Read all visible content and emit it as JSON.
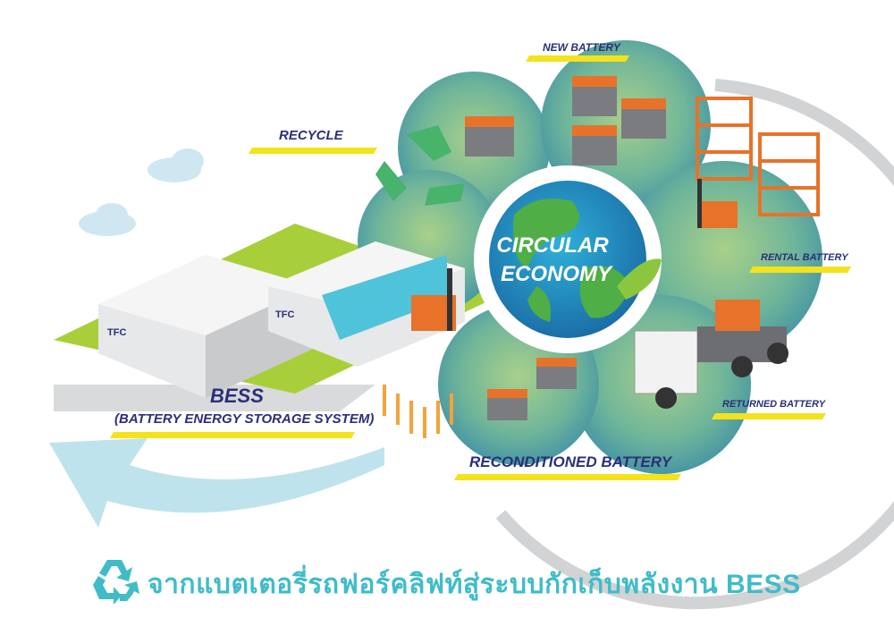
{
  "labels": {
    "new_battery": "NEW BATTERY",
    "recycle": "RECYCLE",
    "rental_battery": "RENTAL BATTERY",
    "returned_battery": "RETURNED BATTERY",
    "reconditioned_battery": "RECONDITIONED BATTERY",
    "bess": "BESS",
    "bess_full": "(BATTERY ENERGY STORAGE SYSTEM)",
    "circular_line1": "CIRCULAR",
    "circular_line2": "ECONOMY"
  },
  "container_logo": "TFC",
  "footer": {
    "icon": "recycle-icon",
    "text": "จากแบตเตอรี่รถฟอร์คลิฟท์สู่ระบบกักเก็บพลังงาน BESS"
  },
  "colors": {
    "navy": "#2b2f7a",
    "yellow": "#f4e21c",
    "teal": "#3fbcc8",
    "green": "#9ccb3b",
    "orange": "#e8722a"
  }
}
